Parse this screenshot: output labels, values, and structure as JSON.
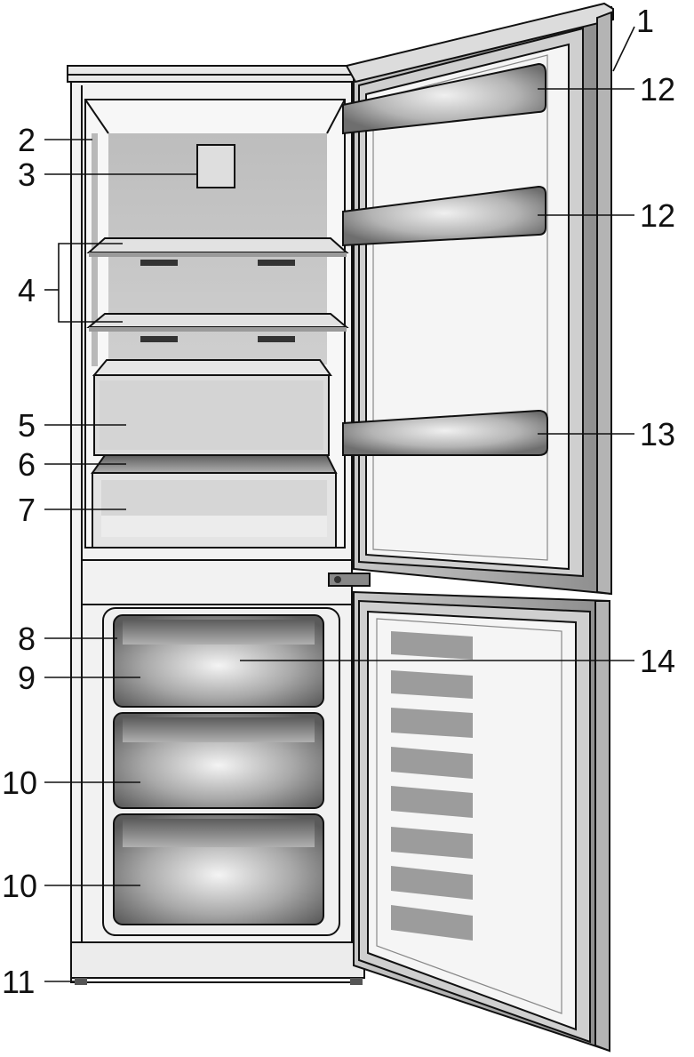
{
  "callouts": [
    {
      "id": "c1",
      "label": "1"
    },
    {
      "id": "c2",
      "label": "2"
    },
    {
      "id": "c3",
      "label": "3"
    },
    {
      "id": "c4",
      "label": "4"
    },
    {
      "id": "c5",
      "label": "5"
    },
    {
      "id": "c6",
      "label": "6"
    },
    {
      "id": "c7",
      "label": "7"
    },
    {
      "id": "c8",
      "label": "8"
    },
    {
      "id": "c9",
      "label": "9"
    },
    {
      "id": "c10a",
      "label": "10"
    },
    {
      "id": "c10b",
      "label": "10"
    },
    {
      "id": "c11",
      "label": "11"
    },
    {
      "id": "c12a",
      "label": "12"
    },
    {
      "id": "c12b",
      "label": "12"
    },
    {
      "id": "c13",
      "label": "13"
    },
    {
      "id": "c14",
      "label": "14"
    }
  ]
}
